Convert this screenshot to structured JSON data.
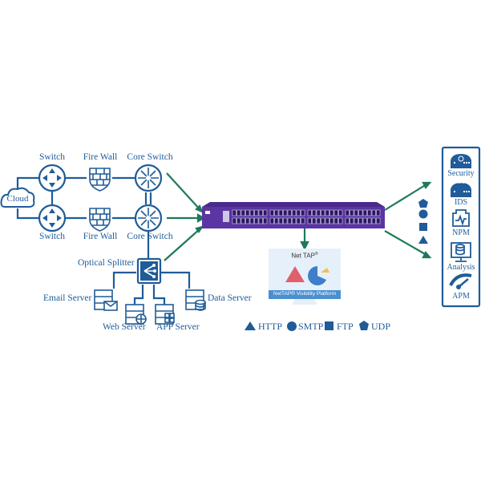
{
  "colors": {
    "primary_blue": "#1f5c99",
    "link_green": "#1d7a5c",
    "appliance_purple": "#4a2a8c",
    "monitor_bg": "#e6f0fa",
    "monitor_bar": "#4a8fd1",
    "triangle_red": "#e0606a",
    "pie_blue": "#3d7fc9",
    "pie_yellow": "#f2c14e"
  },
  "network": {
    "cloud": "Cloud",
    "switch_top": "Switch",
    "switch_bottom": "Switch",
    "firewall_top": "Fire Wall",
    "firewall_bottom": "Fire Wall",
    "core_switch_top": "Core Switch",
    "core_switch_bottom": "Core Switch",
    "optical_splitter": "Optical Splitter",
    "servers": {
      "email": "Email Server",
      "web": "Web Server",
      "app": "APP Server",
      "data": "Data Server"
    }
  },
  "monitor": {
    "brand": "Net TAP",
    "brand_sup": "®",
    "platform_label": "NetTAP® Visibility Platform"
  },
  "protocols": [
    {
      "shape": "triangle",
      "label": "HTTP"
    },
    {
      "shape": "circle",
      "label": "SMTP"
    },
    {
      "shape": "square",
      "label": "FTP"
    },
    {
      "shape": "pentagon",
      "label": "UDP"
    }
  ],
  "tools_panel": {
    "items": [
      {
        "icon": "security-appliance-icon",
        "label": "Security"
      },
      {
        "icon": "ids-appliance-icon",
        "label": "IDS",
        "badge": "IDS"
      },
      {
        "icon": "npm-icon",
        "label": "NPM"
      },
      {
        "icon": "analysis-icon",
        "label": "Analysis"
      },
      {
        "icon": "apm-gauge-icon",
        "label": "APM"
      }
    ]
  }
}
